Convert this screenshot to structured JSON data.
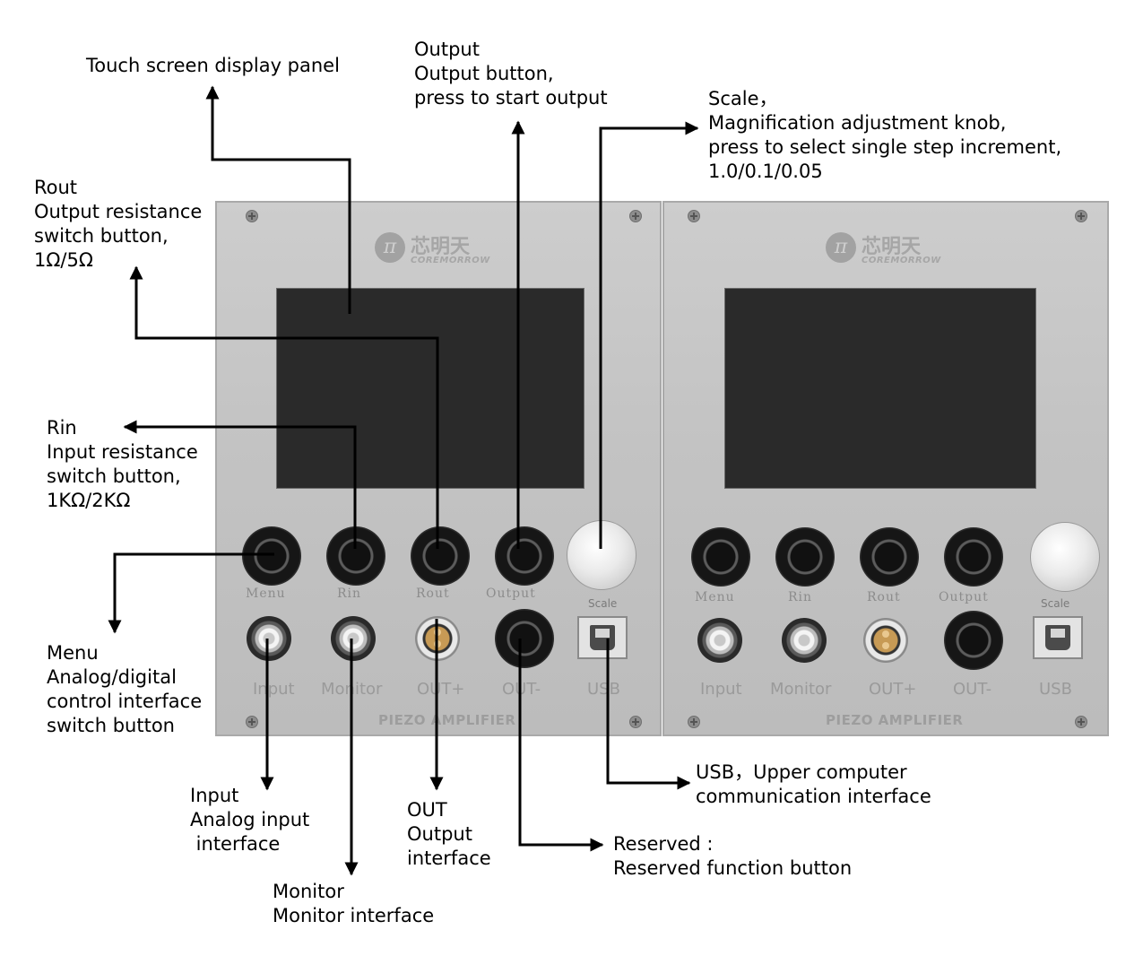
{
  "annotations": {
    "touch_screen": [
      "Touch screen display panel"
    ],
    "output": [
      "Output",
      "Output button,",
      "press to start output"
    ],
    "scale": [
      "Scale，",
      "Magnification adjustment knob,",
      "press to select single step increment,",
      "1.0/0.1/0.05"
    ],
    "rout": [
      "Rout",
      "Output resistance",
      "switch button,",
      "1Ω/5Ω"
    ],
    "rin": [
      "Rin",
      "Input resistance",
      "switch button,",
      "1KΩ/2KΩ"
    ],
    "menu": [
      "Menu",
      "Analog/digital",
      "control interface",
      "switch button"
    ],
    "input": [
      "Input",
      "Analog input",
      " interface"
    ],
    "monitor": [
      "Monitor",
      "Monitor interface"
    ],
    "out": [
      "OUT",
      "Output",
      "interface"
    ],
    "reserved": [
      "Reserved :",
      "Reserved function button"
    ],
    "usb": [
      "USB，Upper computer",
      "communication interface"
    ]
  },
  "panel": {
    "brand_cn": "芯明天",
    "brand_en": "COREMORROW",
    "brand_mark": "π",
    "button_labels": [
      "Menu",
      "Rin",
      "Rout",
      "Output"
    ],
    "knob_label": "Scale",
    "connector_labels": [
      "Input",
      "Monitor",
      "OUT+",
      "OUT-",
      "USB"
    ],
    "footer": "PIEZO AMPLIFIER"
  },
  "icons": [
    "screw-icon",
    "logo-icon",
    "bnc-connector-icon",
    "lemo-connector-icon",
    "usb-port-icon",
    "arrow-icon"
  ]
}
